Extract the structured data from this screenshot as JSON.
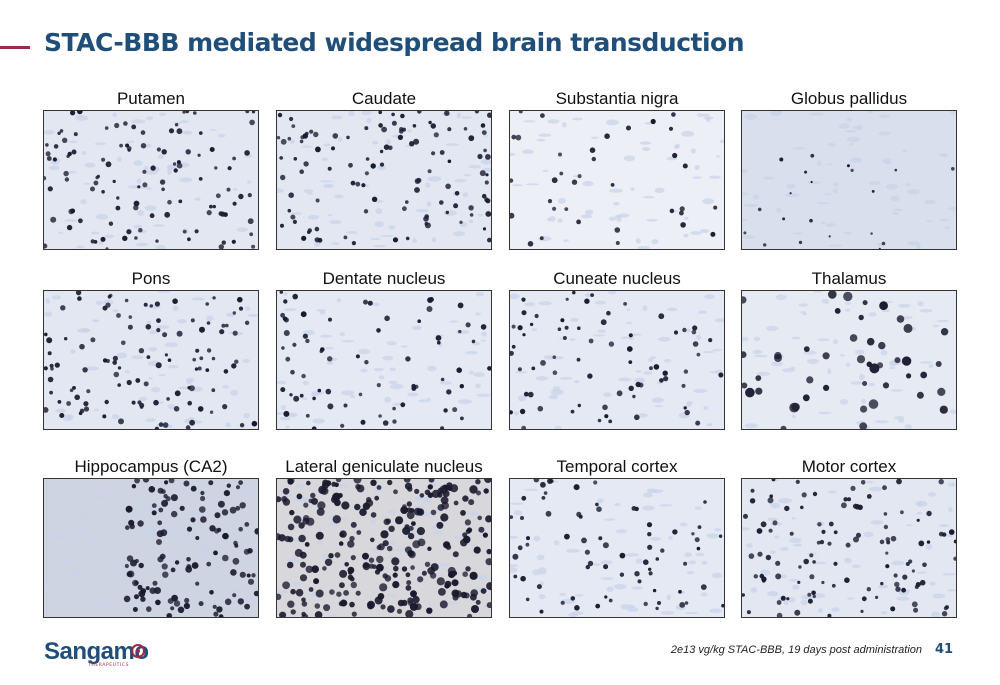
{
  "title": "STAC-BBB mediated widespread brain transduction",
  "colors": {
    "title": "#1f4e79",
    "accent": "#9b2a48",
    "stain": "#1a1a2e",
    "tissue": "#c9d3ea"
  },
  "panels": [
    {
      "label": "Putamen",
      "icon": "histology-image",
      "stain": "dense-nuclei"
    },
    {
      "label": "Caudate",
      "icon": "histology-image",
      "stain": "dense-nuclei"
    },
    {
      "label": "Substantia nigra",
      "icon": "histology-image",
      "stain": "sparse-nuclei"
    },
    {
      "label": "Globus pallidus",
      "icon": "histology-image",
      "stain": "fibrous"
    },
    {
      "label": "Pons",
      "icon": "histology-image",
      "stain": "dense-nuclei"
    },
    {
      "label": "Dentate nucleus",
      "icon": "histology-image",
      "stain": "medium-nuclei"
    },
    {
      "label": "Cuneate nucleus",
      "icon": "histology-image",
      "stain": "medium-nuclei"
    },
    {
      "label": "Thalamus",
      "icon": "histology-image",
      "stain": "large-nuclei"
    },
    {
      "label": "Hippocampus (CA2)",
      "icon": "histology-image",
      "stain": "band-nuclei"
    },
    {
      "label": "Lateral geniculate nucleus",
      "icon": "histology-image",
      "stain": "very-dense-nuclei"
    },
    {
      "label": "Temporal cortex",
      "icon": "histology-image",
      "stain": "medium-nuclei"
    },
    {
      "label": "Motor cortex",
      "icon": "histology-image",
      "stain": "dense-nuclei"
    }
  ],
  "logo": {
    "name": "Sangamo",
    "sub": "THERAPEUTICS",
    "icon": "sangamo-logo-icon"
  },
  "footnote": "2e13 vg/kg STAC-BBB, 19 days post administration",
  "page_number": "41"
}
